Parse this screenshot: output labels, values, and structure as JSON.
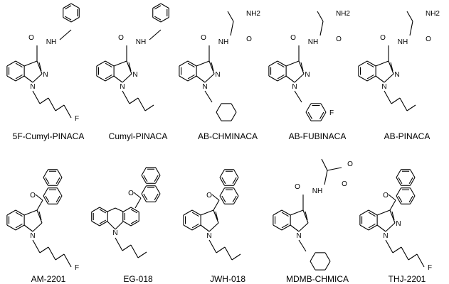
{
  "compounds": [
    {
      "name": "5F-Cumyl-PINACA"
    },
    {
      "name": "Cumyl-PINACA"
    },
    {
      "name": "AB-CHMINACA"
    },
    {
      "name": "AB-FUBINACA"
    },
    {
      "name": "AB-PINACA"
    },
    {
      "name": "AM-2201"
    },
    {
      "name": "EG-018"
    },
    {
      "name": "JWH-018"
    },
    {
      "name": "MDMB-CHMICA"
    },
    {
      "name": "THJ-2201"
    }
  ],
  "atoms": {
    "o": "O",
    "nh": "NH",
    "nh2": "NH2",
    "n": "N",
    "f": "F"
  }
}
